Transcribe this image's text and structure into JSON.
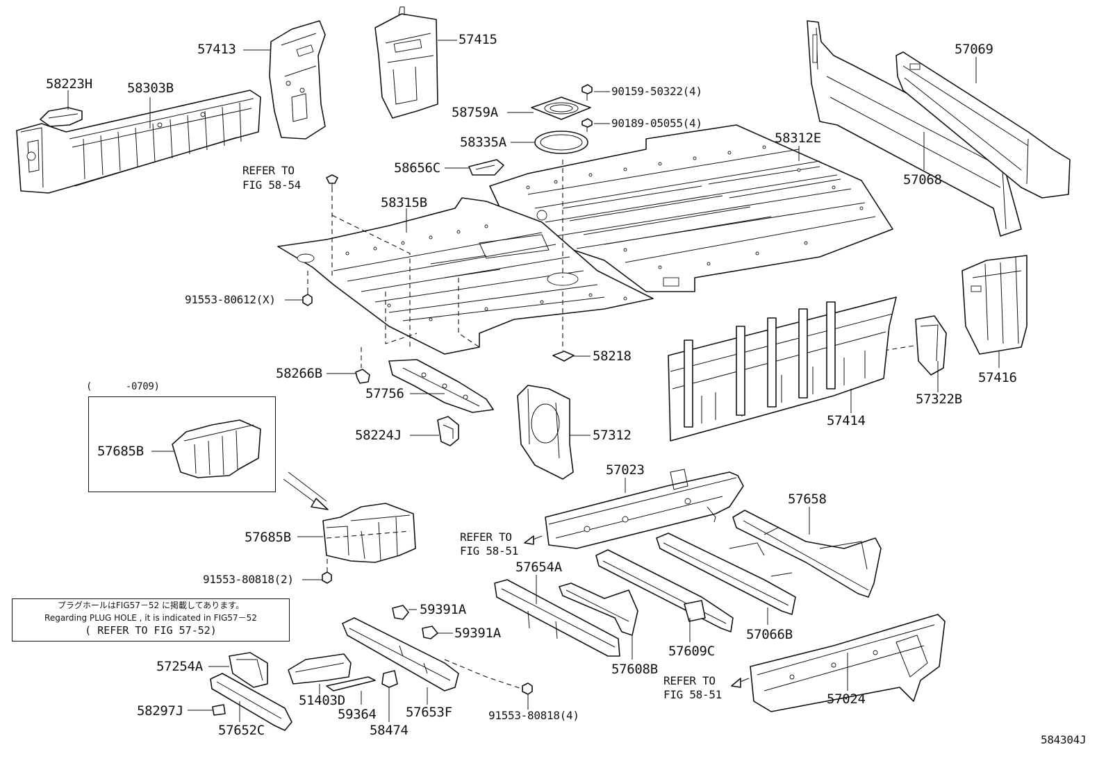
{
  "diagram_id": "584304J",
  "parts": {
    "p58223H": "58223H",
    "p58303B": "58303B",
    "p57413": "57413",
    "p57415": "57415",
    "p57069": "57069",
    "p57068": "57068",
    "p90159": "90159-50322(4)",
    "p90189": "90189-05055(4)",
    "p58759A": "58759A",
    "p58335A": "58335A",
    "p58312E": "58312E",
    "p58656C": "58656C",
    "p58315B": "58315B",
    "p91553_80612": "91553-80612(X)",
    "p58218": "58218",
    "p58266B": "58266B",
    "p57756": "57756",
    "p58224J": "58224J",
    "p57312": "57312",
    "p57685B_box": "57685B",
    "p57685B": "57685B",
    "p91553_80818_2": "91553-80818(2)",
    "p57414": "57414",
    "p57322B": "57322B",
    "p57416": "57416",
    "p57023": "57023",
    "p57658": "57658",
    "p57654A": "57654A",
    "p59391A_1": "59391A",
    "p59391A_2": "59391A",
    "p57254A": "57254A",
    "p51403D": "51403D",
    "p58297J": "58297J",
    "p59364": "59364",
    "p58474": "58474",
    "p57653F": "57653F",
    "p57652C": "57652C",
    "p91553_80818_4": "91553-80818(4)",
    "p57608B": "57608B",
    "p57609C": "57609C",
    "p57066B": "57066B",
    "p57024": "57024"
  },
  "refs": {
    "ref_58_54_line1": "REFER TO",
    "ref_58_54_line2": "FIG 58-54",
    "ref_58_51a_line1": "REFER TO",
    "ref_58_51a_line2": "FIG 58-51",
    "ref_58_51b_line1": "REFER TO",
    "ref_58_51b_line2": "FIG 58-51"
  },
  "variant_note": "(      -0709)",
  "note": {
    "line1": "プラグホールはFIG57－52 に掲載してあります。",
    "line2": "Regarding PLUG HOLE , it is indicated in FIG57－52",
    "line3": "( REFER TO FIG 57-52)"
  }
}
